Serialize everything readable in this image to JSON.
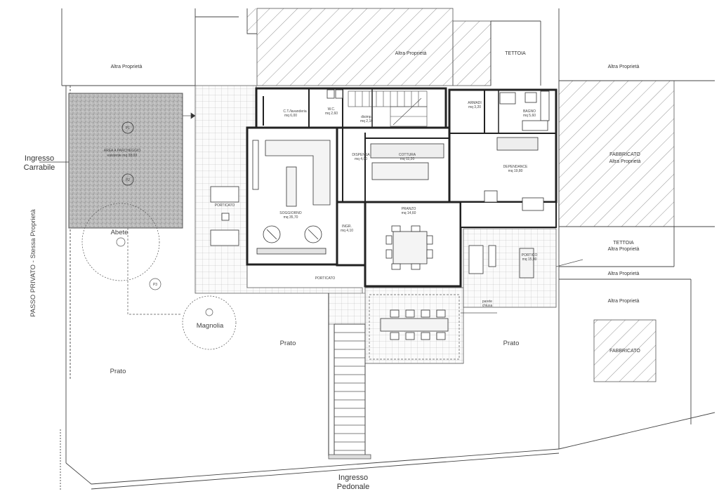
{
  "labels": {
    "altra_top": "Altra Proprietà",
    "altra_left": "Altra Proprietà",
    "altra_right": "Altra Proprietà",
    "tettoia_top": "TETTOIA",
    "fabbricato_right": "FABBRICATO",
    "fabbricato_right_sub": "Altra Proprietà",
    "tettoia_right": "TETTOIA",
    "tettoia_right_sub": "Altra Proprietà",
    "altra_right_mid": "Altra Proprietà",
    "altra_right_lower": "Altra Proprietà",
    "fabbricato_lower": "FABBRICATO",
    "ingresso_carrabile_1": "Ingresso",
    "ingresso_carrabile_2": "Carrabile",
    "passo_privato": "PASSO PRIVATO - Stessa Proprietà",
    "parking_area": "AREA A PARCHEGGIO",
    "parking_sub": "esistente mq 38,00",
    "p1": "P1",
    "p2": "P2",
    "p3": "P3",
    "abete": "Abete",
    "magnolia": "Magnolia",
    "prato_left": "Prato",
    "prato_center": "Prato",
    "prato_right": "Prato",
    "ingresso_pedonale_1": "Ingresso",
    "ingresso_pedonale_2": "Pedonale",
    "porticato_left": "PORTICATO",
    "porticato_bottom": "PORTICATO",
    "soggiorno": "SOGGIORNO",
    "soggiorno_area": "mq 35,70",
    "c_lavanderia": "C.T./lavanderia",
    "c_lavanderia_area": "mq 6,00",
    "wc": "W.C.",
    "wc_area": "mq 2,60",
    "disimp": "disimp.",
    "disimp_area": "mq 2,10",
    "dispensa": "DISPENSA",
    "dispensa_area": "mq 4,00",
    "cottura": "COTTURA",
    "cottura_area": "mq 11,20",
    "pranzo": "PRANZO",
    "pranzo_area": "mq 14,60",
    "ingresso_room": "INGR.",
    "ingresso_room_area": "mq 4,10",
    "armadi": "ARMADI",
    "armadi_area": "mq 3,20",
    "bagno": "BAGNO",
    "bagno_area": "mq 5,60",
    "dependance": "DEPENDANCE",
    "dependance_area": "mq 19,80",
    "portico_right": "PORTICO",
    "portico_right_sub": "mq 15,00",
    "parete_chiusa_1": "parete",
    "parete_chiusa_2": "chiusa"
  }
}
